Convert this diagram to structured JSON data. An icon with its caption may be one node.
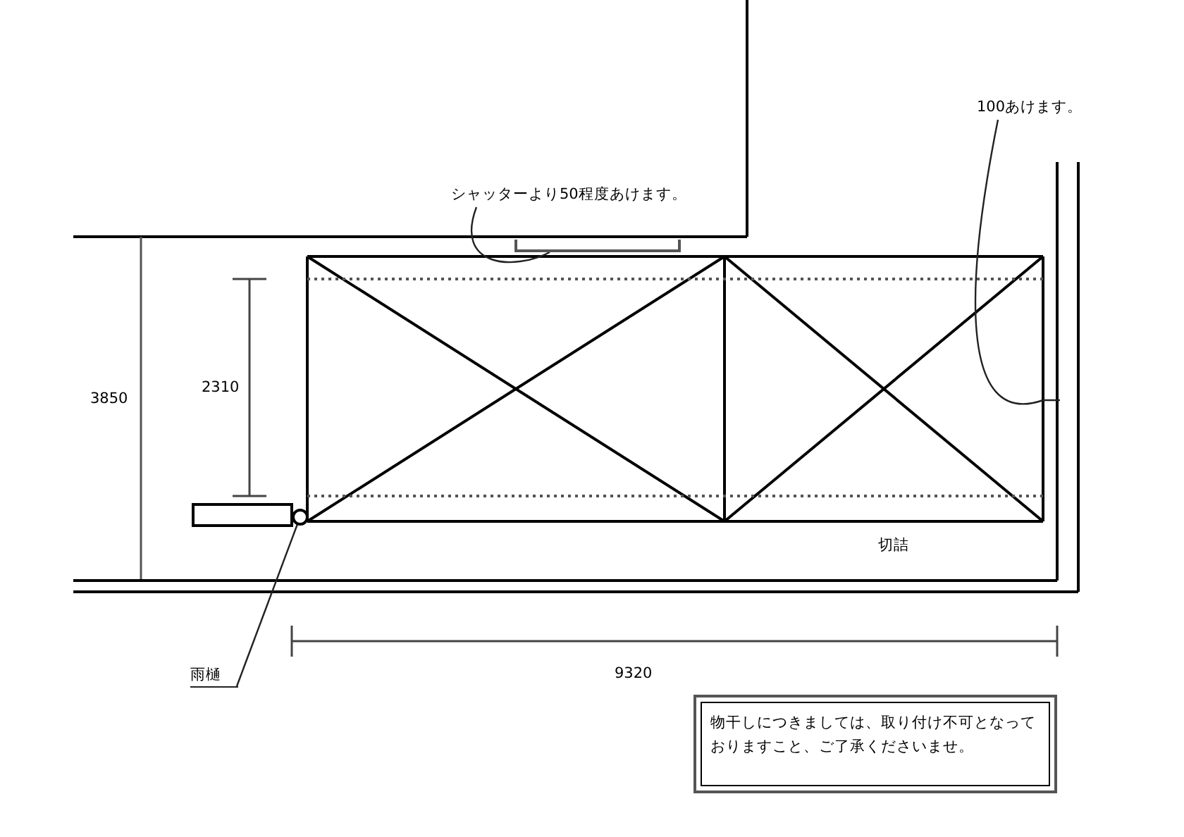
{
  "diagram": {
    "nodes": [
      {
        "text": [
          "シャッターより50程度あけます。"
        ]
      },
      {
        "text": [],
        "shape": "box"
      },
      {
        "text": [
          "100あけます。"
        ]
      },
      {
        "text": [
          "雨樋"
        ]
      },
      {
        "text": [],
        "shape": "circle"
      },
      {
        "text": [
          "物干しにつきましては、取り付け不可となっておりますこと、ご了承くださいませ。"
        ]
      }
    ],
    "edges": [
      {
        "from": 0,
        "to": 1,
        "arrow": "none"
      },
      {
        "from": 2,
        "to": null,
        "arrow": "none"
      },
      {
        "from": 3,
        "to": 4,
        "arrow": "none"
      }
    ],
    "labels": [
      "3850",
      "2310",
      "切詰",
      "9320"
    ]
  }
}
